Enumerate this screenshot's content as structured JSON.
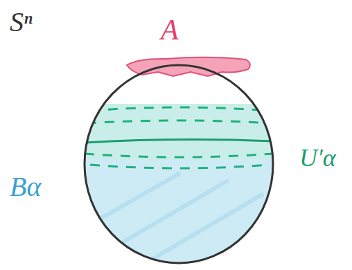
{
  "diagram": {
    "labels": [
      "Sⁿ",
      "A",
      "U′α",
      "Bα"
    ]
  }
}
